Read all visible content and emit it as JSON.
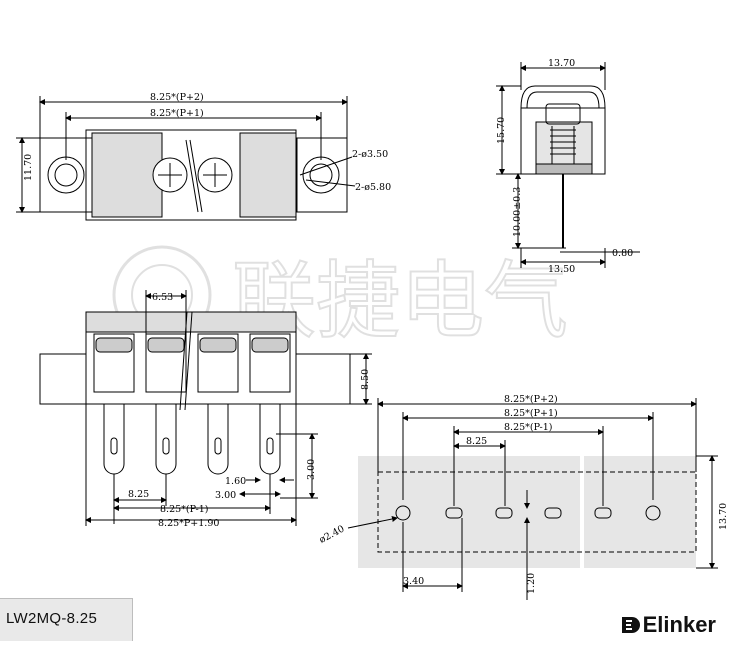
{
  "model": "LW2MQ-8.25",
  "brand": "Elinker",
  "watermark": "联捷电气",
  "top_view": {
    "overall": "8.25*(P+2)",
    "inner": "8.25*(P+1)",
    "height": "11.70",
    "hole_small": "2-ø3.50",
    "hole_large": "2-ø5.80"
  },
  "side_view": {
    "width": "13.70",
    "height": "15.70",
    "pin_length": "10.00±0.3",
    "pin_thk": "0.80",
    "base": "13.50"
  },
  "front_view": {
    "screw": "6.53",
    "height": "8.50",
    "pin_w": "1.60",
    "pin_pitch": "3.00",
    "pin_h": "3.00",
    "pitch": "8.25",
    "span": "8.25*(P-1)",
    "overall": "8.25*P+1.90"
  },
  "pcb_view": {
    "overall": "8.25*(P+2)",
    "inner": "8.25*(P+1)",
    "span": "8.25*(P-1)",
    "pitch": "8.25",
    "hole": "ø2.40",
    "offset": "3.40",
    "slot": "1.20",
    "height": "13.70"
  }
}
